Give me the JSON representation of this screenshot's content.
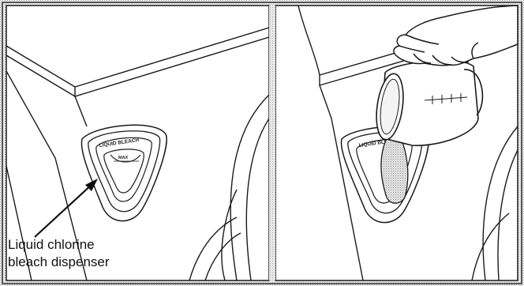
{
  "panels": {
    "left": {
      "dispenser": {
        "label": "LIQUID BLEACH",
        "max_label": "MAX"
      },
      "callout": {
        "line1": "Liquid chlorine",
        "line2": "bleach dispenser"
      }
    },
    "right": {
      "dispenser": {
        "label": "LIQUID BLEACH"
      },
      "action": "pouring-from-measuring-cup"
    }
  },
  "colors": {
    "frame": "#2b2b2b",
    "line": "#1a1a1a",
    "background": "#ffffff"
  }
}
